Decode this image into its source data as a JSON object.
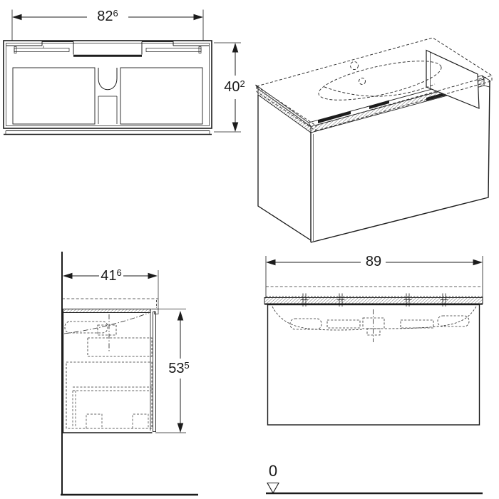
{
  "drawing": {
    "plan_view": {
      "width": {
        "value": "82",
        "sup": "6"
      },
      "depth": {
        "value": "40",
        "sup": "2"
      }
    },
    "side_view": {
      "depth": {
        "value": "41",
        "sup": "6"
      },
      "height": {
        "value": "53",
        "sup": "5"
      }
    },
    "front_view": {
      "width": {
        "value": "89",
        "sup": ""
      },
      "floor_datum": "0"
    },
    "colors": {
      "line": "#1c1c1c",
      "dashed_line": "#2e2e2e",
      "background": "#ffffff"
    }
  }
}
